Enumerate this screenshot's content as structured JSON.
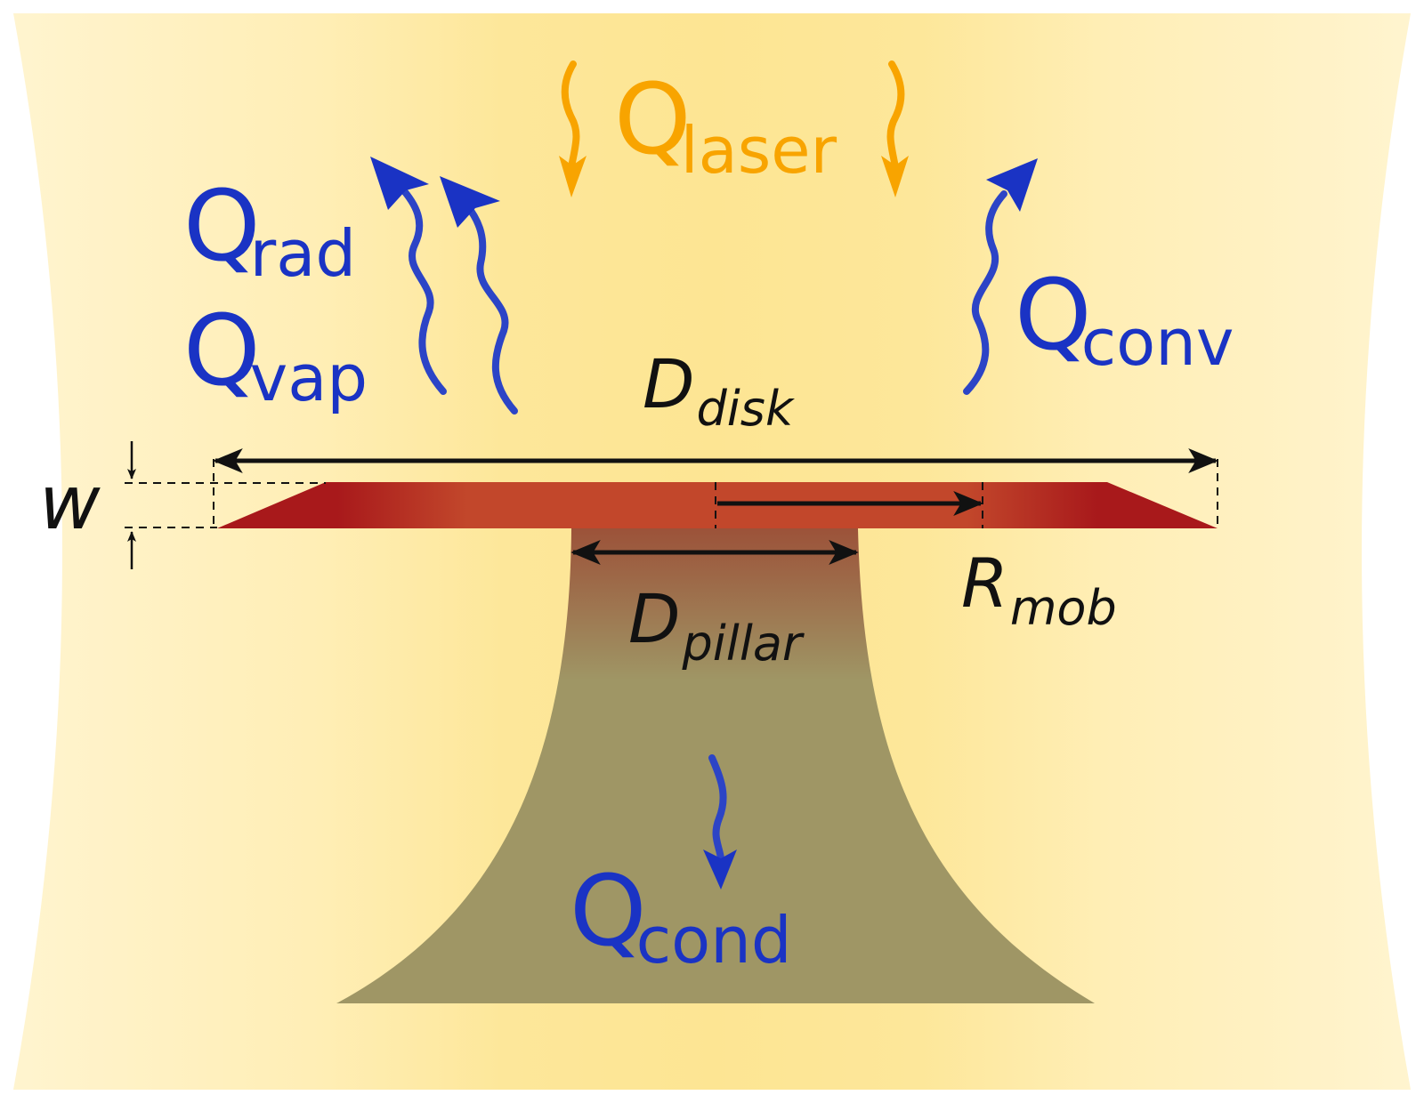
{
  "labels": {
    "laser": {
      "main": "Q",
      "sub": "laser"
    },
    "rad": {
      "main": "Q",
      "sub": "rad"
    },
    "vap": {
      "main": "Q",
      "sub": "vap"
    },
    "conv": {
      "main": "Q",
      "sub": "conv"
    },
    "cond": {
      "main": "Q",
      "sub": "cond"
    },
    "d_disk": {
      "main": "D",
      "sub": "disk"
    },
    "d_pillar": {
      "main": "D",
      "sub": "pillar"
    },
    "r_mob": {
      "main": "R",
      "sub": "mob"
    },
    "w": "w"
  },
  "colors": {
    "beam_light": "#fff1c2",
    "beam_mid": "#fde79a",
    "laser_orange": "#f8a400",
    "heat_blue": "#1a33c4",
    "disk_dark_red": "#a8191b",
    "disk_red": "#c2472b",
    "pillar_top": "#9c5239",
    "pillar_olive": "#9f9665",
    "dimension_black": "#111111"
  }
}
